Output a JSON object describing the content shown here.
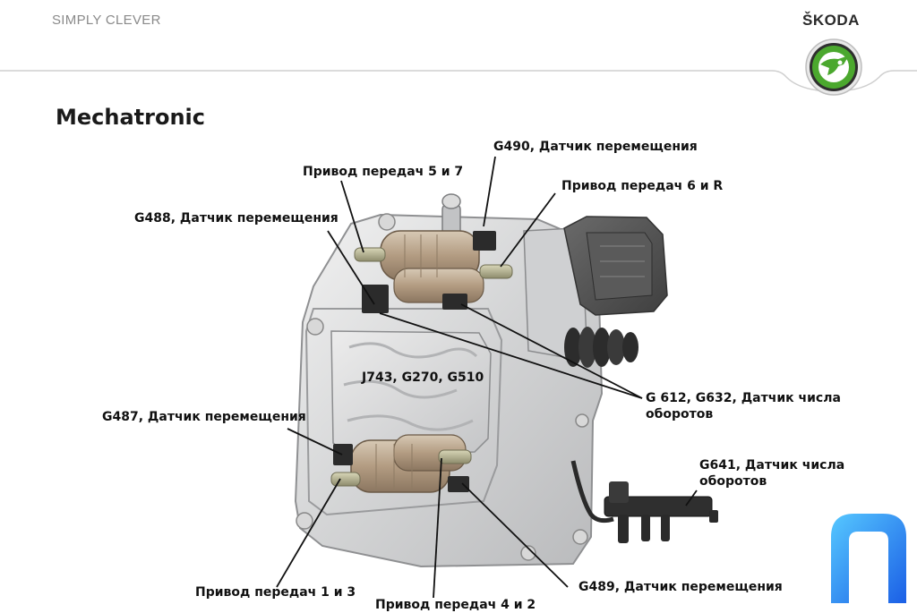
{
  "header": {
    "slogan": "SIMPLY CLEVER",
    "brand": "ŠKODA",
    "brand_color": "#4ba82e"
  },
  "page_title": "Mechatronic",
  "labels": {
    "g490": "G490, Датчик перемещения",
    "gear57": "Привод передач 5 и 7",
    "gear6r": "Привод передач 6 и R",
    "g488": "G488, Датчик перемещения",
    "j743": "J743, G270, G510",
    "g612_l1": "G 612, G632, Датчик числа",
    "g612_l2": "оборотов",
    "g487": "G487, Датчик перемещения",
    "g641_l1": "G641, Датчик числа",
    "g641_l2": "оборотов",
    "gear13": "Привод передач 1 и 3",
    "gear42": "Привод передач 4 и 2",
    "g489": "G489, Датчик перемещения"
  },
  "colors": {
    "housing": "#d9dadb",
    "actuator": "#b7a38c",
    "sensor": "#2b2b2b",
    "corner_logo": "#1e7bf0"
  },
  "icons": [
    "skoda-winged-arrow-logo",
    "corner-brand-logo"
  ]
}
